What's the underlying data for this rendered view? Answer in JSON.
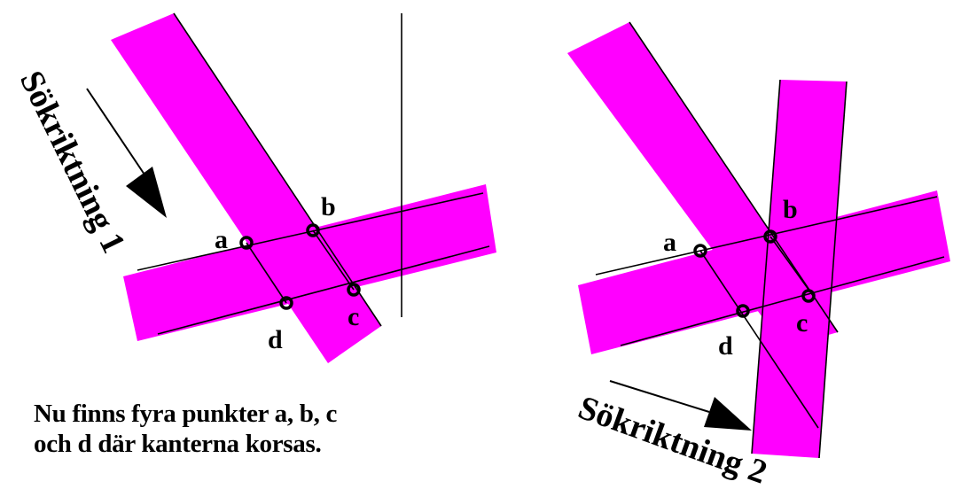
{
  "left_panel": {
    "direction_label": "Sökriktning 1",
    "points": {
      "a": "a",
      "b": "b",
      "c": "c",
      "d": "d"
    }
  },
  "right_panel": {
    "direction_label": "Sökriktning 2",
    "points": {
      "a": "a",
      "b": "b",
      "c": "c",
      "d": "d"
    }
  },
  "caption": {
    "line1": "Nu finns fyra punkter a, b, c",
    "line2": "och d där kanterna korsas."
  },
  "colors": {
    "band": "#ff00ff",
    "line": "#000000",
    "background": "#ffffff"
  }
}
